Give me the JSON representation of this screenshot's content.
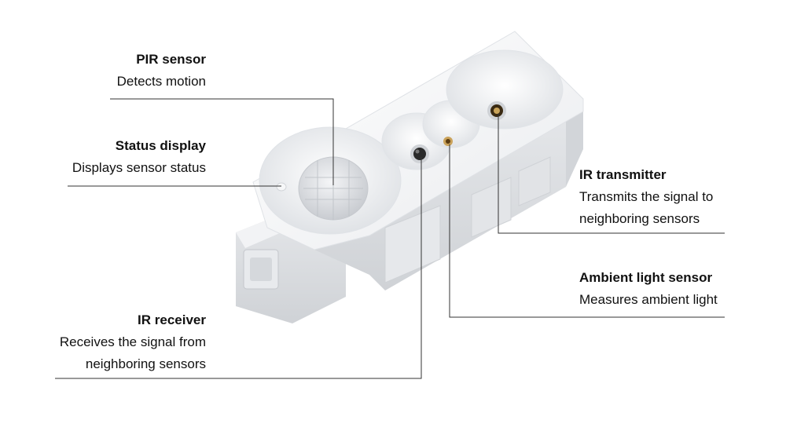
{
  "callouts": [
    {
      "id": "pir",
      "title": "PIR sensor",
      "lines": [
        "Detects motion"
      ]
    },
    {
      "id": "status",
      "title": "Status display",
      "lines": [
        "Displays sensor status"
      ]
    },
    {
      "id": "ir_receiver",
      "title": "IR receiver",
      "lines": [
        "Receives the signal from",
        "neighboring sensors"
      ]
    },
    {
      "id": "ir_transmitter",
      "title": "IR transmitter",
      "lines": [
        "Transmits the signal to",
        "neighboring sensors"
      ]
    },
    {
      "id": "ambient",
      "title": "Ambient light sensor",
      "lines": [
        "Measures ambient light"
      ]
    }
  ],
  "colors": {
    "line": "#333333",
    "device_body": "#f1f2f3",
    "device_shadow": "#d7d9dc",
    "pir_lens": "#e6e8eb"
  }
}
